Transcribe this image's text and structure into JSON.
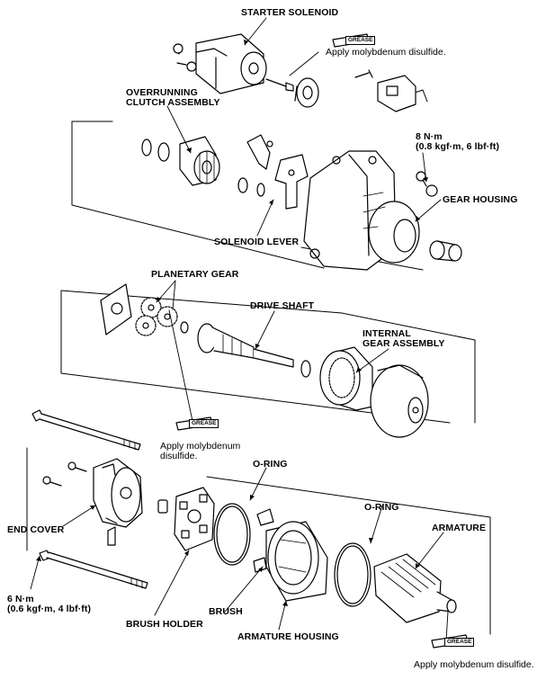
{
  "labels": {
    "starter_solenoid": "STARTER SOLENOID",
    "overrunning_clutch_line1": "OVERRUNNING",
    "overrunning_clutch_line2": "CLUTCH ASSEMBLY",
    "torque_top_line1": "8 N·m",
    "torque_top_line2": "(0.8 kgf·m, 6 lbf·ft)",
    "gear_housing": "GEAR HOUSING",
    "solenoid_lever": "SOLENOID LEVER",
    "planetary_gear": "PLANETARY GEAR",
    "drive_shaft": "DRIVE SHAFT",
    "internal_gear_line1": "INTERNAL",
    "internal_gear_line2": "GEAR ASSEMBLY",
    "o_ring_left": "O-RING",
    "o_ring_right": "O-RING",
    "armature": "ARMATURE",
    "end_cover": "END COVER",
    "torque_bottom_line1": "6 N·m",
    "torque_bottom_line2": "(0.6 kgf·m, 4 lbf·ft)",
    "brush": "BRUSH",
    "brush_holder": "BRUSH HOLDER",
    "armature_housing": "ARMATURE HOUSING"
  },
  "grease_notes": {
    "tag": "GREASE",
    "top": "Apply molybdenum disulfide.",
    "middle_line1": "Apply molybdenum",
    "middle_line2": "disulfide.",
    "bottom": "Apply molybdenum disulfide."
  }
}
